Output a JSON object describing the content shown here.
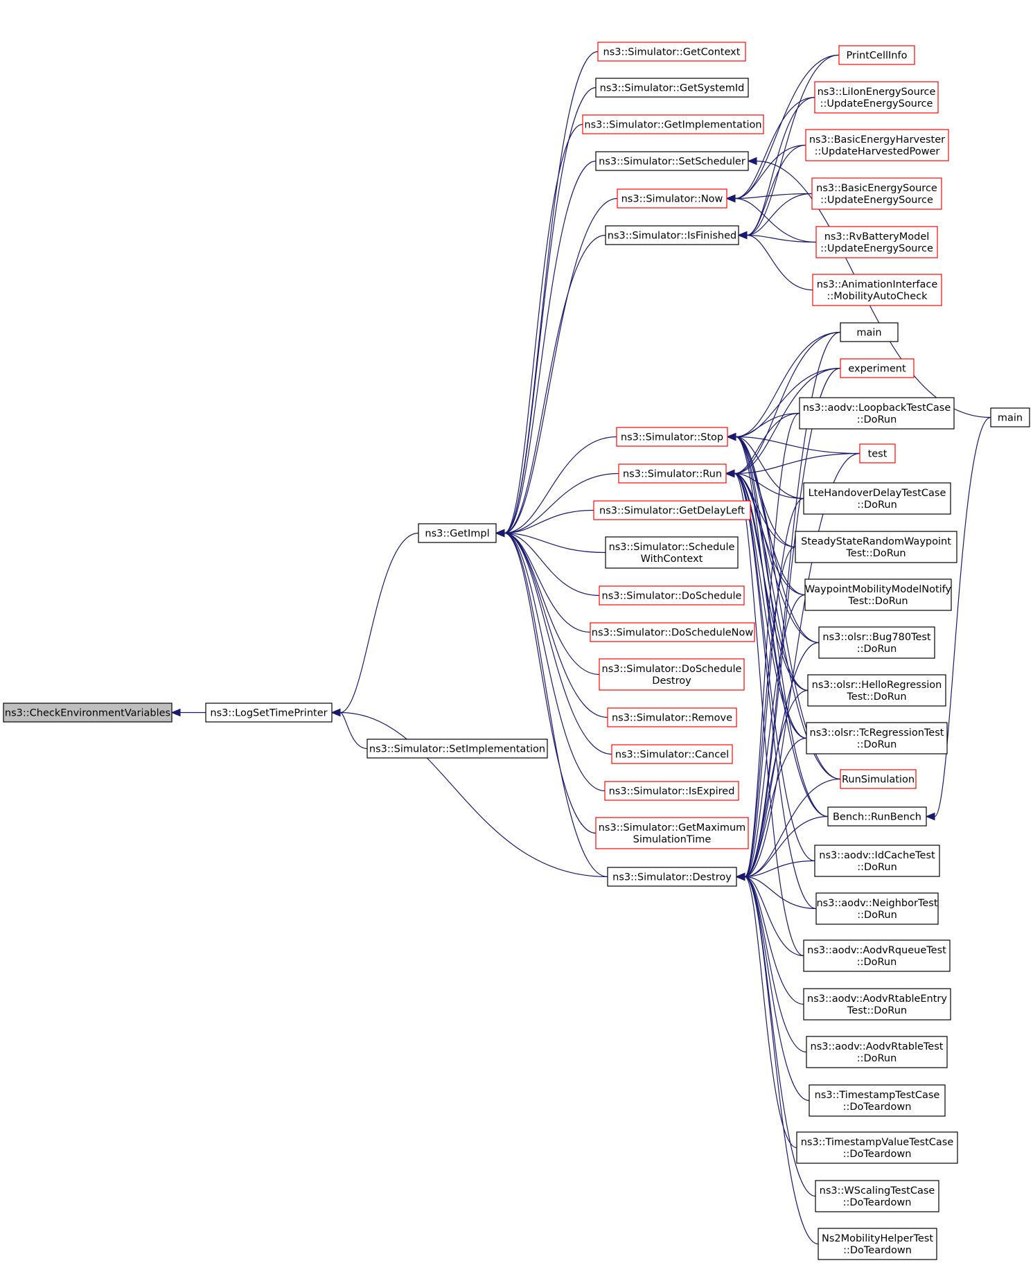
{
  "nodes": [
    {
      "id": "root",
      "lines": [
        "ns3::CheckEnvironmentVariables"
      ],
      "style": "root"
    },
    {
      "id": "logset",
      "lines": [
        "ns3::LogSetTimePrinter"
      ],
      "style": "black"
    },
    {
      "id": "setimpl",
      "lines": [
        "ns3::Simulator::SetImplementation"
      ],
      "style": "black"
    },
    {
      "id": "getimpl",
      "lines": [
        "ns3::GetImpl"
      ],
      "style": "black"
    },
    {
      "id": "getcontext",
      "lines": [
        "ns3::Simulator::GetContext"
      ],
      "style": "red"
    },
    {
      "id": "getsystemid",
      "lines": [
        "ns3::Simulator::GetSystemId"
      ],
      "style": "black"
    },
    {
      "id": "getimplementation",
      "lines": [
        "ns3::Simulator::GetImplementation"
      ],
      "style": "red"
    },
    {
      "id": "setscheduler",
      "lines": [
        "ns3::Simulator::SetScheduler"
      ],
      "style": "black"
    },
    {
      "id": "now",
      "lines": [
        "ns3::Simulator::Now"
      ],
      "style": "red"
    },
    {
      "id": "isfinished",
      "lines": [
        "ns3::Simulator::IsFinished"
      ],
      "style": "black"
    },
    {
      "id": "stop",
      "lines": [
        "ns3::Simulator::Stop"
      ],
      "style": "red"
    },
    {
      "id": "run",
      "lines": [
        "ns3::Simulator::Run"
      ],
      "style": "red"
    },
    {
      "id": "getdelayleft",
      "lines": [
        "ns3::Simulator::GetDelayLeft"
      ],
      "style": "red"
    },
    {
      "id": "schedwithctx",
      "lines": [
        "ns3::Simulator::Schedule",
        "WithContext"
      ],
      "style": "black"
    },
    {
      "id": "doschedule",
      "lines": [
        "ns3::Simulator::DoSchedule"
      ],
      "style": "red"
    },
    {
      "id": "doschedulenow",
      "lines": [
        "ns3::Simulator::DoScheduleNow"
      ],
      "style": "red"
    },
    {
      "id": "doscheduledestroy",
      "lines": [
        "ns3::Simulator::DoSchedule",
        "Destroy"
      ],
      "style": "red"
    },
    {
      "id": "remove",
      "lines": [
        "ns3::Simulator::Remove"
      ],
      "style": "red"
    },
    {
      "id": "cancel",
      "lines": [
        "ns3::Simulator::Cancel"
      ],
      "style": "red"
    },
    {
      "id": "isexpired",
      "lines": [
        "ns3::Simulator::IsExpired"
      ],
      "style": "red"
    },
    {
      "id": "getmaxsim",
      "lines": [
        "ns3::Simulator::GetMaximum",
        "SimulationTime"
      ],
      "style": "red"
    },
    {
      "id": "destroy",
      "lines": [
        "ns3::Simulator::Destroy"
      ],
      "style": "black"
    },
    {
      "id": "printcellinfo",
      "lines": [
        "PrintCellInfo"
      ],
      "style": "red"
    },
    {
      "id": "liion",
      "lines": [
        "ns3::LiIonEnergySource",
        "::UpdateEnergySource"
      ],
      "style": "red"
    },
    {
      "id": "basicharvester",
      "lines": [
        "ns3::BasicEnergyHarvester",
        "::UpdateHarvestedPower"
      ],
      "style": "red"
    },
    {
      "id": "basicsource",
      "lines": [
        "ns3::BasicEnergySource",
        "::UpdateEnergySource"
      ],
      "style": "red"
    },
    {
      "id": "rvbattery",
      "lines": [
        "ns3::RvBatteryModel",
        "::UpdateEnergySource"
      ],
      "style": "red"
    },
    {
      "id": "animation",
      "lines": [
        "ns3::AnimationInterface",
        "::MobilityAutoCheck"
      ],
      "style": "red"
    },
    {
      "id": "main1",
      "lines": [
        "main"
      ],
      "style": "black"
    },
    {
      "id": "experiment",
      "lines": [
        "experiment"
      ],
      "style": "red"
    },
    {
      "id": "loopback",
      "lines": [
        "ns3::aodv::LoopbackTestCase",
        "::DoRun"
      ],
      "style": "black"
    },
    {
      "id": "test",
      "lines": [
        "test"
      ],
      "style": "red"
    },
    {
      "id": "ltehandover",
      "lines": [
        "LteHandoverDelayTestCase",
        "::DoRun"
      ],
      "style": "black"
    },
    {
      "id": "steadystate",
      "lines": [
        "SteadyStateRandomWaypoint",
        "Test::DoRun"
      ],
      "style": "black"
    },
    {
      "id": "waypoint",
      "lines": [
        "WaypointMobilityModelNotify",
        "Test::DoRun"
      ],
      "style": "black"
    },
    {
      "id": "bug780",
      "lines": [
        "ns3::olsr::Bug780Test",
        "::DoRun"
      ],
      "style": "black"
    },
    {
      "id": "helloreg",
      "lines": [
        "ns3::olsr::HelloRegression",
        "Test::DoRun"
      ],
      "style": "black"
    },
    {
      "id": "tcreg",
      "lines": [
        "ns3::olsr::TcRegressionTest",
        "::DoRun"
      ],
      "style": "black"
    },
    {
      "id": "runsim",
      "lines": [
        "RunSimulation"
      ],
      "style": "red"
    },
    {
      "id": "runbench",
      "lines": [
        "Bench::RunBench"
      ],
      "style": "black"
    },
    {
      "id": "idcache",
      "lines": [
        "ns3::aodv::IdCacheTest",
        "::DoRun"
      ],
      "style": "black"
    },
    {
      "id": "neighbor",
      "lines": [
        "ns3::aodv::NeighborTest",
        "::DoRun"
      ],
      "style": "black"
    },
    {
      "id": "rqueue",
      "lines": [
        "ns3::aodv::AodvRqueueTest",
        "::DoRun"
      ],
      "style": "black"
    },
    {
      "id": "rtableentry",
      "lines": [
        "ns3::aodv::AodvRtableEntry",
        "Test::DoRun"
      ],
      "style": "black"
    },
    {
      "id": "rtable",
      "lines": [
        "ns3::aodv::AodvRtableTest",
        "::DoRun"
      ],
      "style": "black"
    },
    {
      "id": "timestamp",
      "lines": [
        "ns3::TimestampTestCase",
        "::DoTeardown"
      ],
      "style": "black"
    },
    {
      "id": "timestampvalue",
      "lines": [
        "ns3::TimestampValueTestCase",
        "::DoTeardown"
      ],
      "style": "black"
    },
    {
      "id": "wscaling",
      "lines": [
        "ns3::WScalingTestCase",
        "::DoTeardown"
      ],
      "style": "black"
    },
    {
      "id": "ns2mobility",
      "lines": [
        "Ns2MobilityHelperTest",
        "::DoTeardown"
      ],
      "style": "black"
    },
    {
      "id": "main2",
      "lines": [
        "main"
      ],
      "style": "black"
    }
  ],
  "edges": [
    [
      "logset",
      "root"
    ],
    [
      "setimpl",
      "logset"
    ],
    [
      "getimpl",
      "logset"
    ],
    [
      "destroy",
      "logset"
    ],
    [
      "getcontext",
      "getimpl"
    ],
    [
      "getsystemid",
      "getimpl"
    ],
    [
      "getimplementation",
      "getimpl"
    ],
    [
      "setscheduler",
      "getimpl"
    ],
    [
      "now",
      "getimpl"
    ],
    [
      "isfinished",
      "getimpl"
    ],
    [
      "stop",
      "getimpl"
    ],
    [
      "run",
      "getimpl"
    ],
    [
      "getdelayleft",
      "getimpl"
    ],
    [
      "schedwithctx",
      "getimpl"
    ],
    [
      "doschedule",
      "getimpl"
    ],
    [
      "doschedulenow",
      "getimpl"
    ],
    [
      "doscheduledestroy",
      "getimpl"
    ],
    [
      "remove",
      "getimpl"
    ],
    [
      "cancel",
      "getimpl"
    ],
    [
      "isexpired",
      "getimpl"
    ],
    [
      "getmaxsim",
      "getimpl"
    ],
    [
      "destroy",
      "getimpl"
    ],
    [
      "main2",
      "setscheduler"
    ],
    [
      "printcellinfo",
      "now"
    ],
    [
      "liion",
      "now"
    ],
    [
      "basicharvester",
      "now"
    ],
    [
      "basicsource",
      "now"
    ],
    [
      "rvbattery",
      "now"
    ],
    [
      "printcellinfo",
      "isfinished"
    ],
    [
      "liion",
      "isfinished"
    ],
    [
      "basicharvester",
      "isfinished"
    ],
    [
      "basicsource",
      "isfinished"
    ],
    [
      "rvbattery",
      "isfinished"
    ],
    [
      "animation",
      "isfinished"
    ],
    [
      "main1",
      "stop"
    ],
    [
      "experiment",
      "stop"
    ],
    [
      "loopback",
      "stop"
    ],
    [
      "test",
      "stop"
    ],
    [
      "ltehandover",
      "stop"
    ],
    [
      "steadystate",
      "stop"
    ],
    [
      "waypoint",
      "stop"
    ],
    [
      "bug780",
      "stop"
    ],
    [
      "helloreg",
      "stop"
    ],
    [
      "tcreg",
      "stop"
    ],
    [
      "runsim",
      "stop"
    ],
    [
      "runbench",
      "stop"
    ],
    [
      "main1",
      "run"
    ],
    [
      "experiment",
      "run"
    ],
    [
      "loopback",
      "run"
    ],
    [
      "test",
      "run"
    ],
    [
      "ltehandover",
      "run"
    ],
    [
      "steadystate",
      "run"
    ],
    [
      "waypoint",
      "run"
    ],
    [
      "bug780",
      "run"
    ],
    [
      "helloreg",
      "run"
    ],
    [
      "tcreg",
      "run"
    ],
    [
      "runsim",
      "run"
    ],
    [
      "runbench",
      "run"
    ],
    [
      "idcache",
      "run"
    ],
    [
      "neighbor",
      "run"
    ],
    [
      "rqueue",
      "run"
    ],
    [
      "main1",
      "destroy"
    ],
    [
      "experiment",
      "destroy"
    ],
    [
      "loopback",
      "destroy"
    ],
    [
      "test",
      "destroy"
    ],
    [
      "ltehandover",
      "destroy"
    ],
    [
      "steadystate",
      "destroy"
    ],
    [
      "waypoint",
      "destroy"
    ],
    [
      "bug780",
      "destroy"
    ],
    [
      "helloreg",
      "destroy"
    ],
    [
      "tcreg",
      "destroy"
    ],
    [
      "runsim",
      "destroy"
    ],
    [
      "runbench",
      "destroy"
    ],
    [
      "idcache",
      "destroy"
    ],
    [
      "neighbor",
      "destroy"
    ],
    [
      "rqueue",
      "destroy"
    ],
    [
      "rtableentry",
      "destroy"
    ],
    [
      "rtable",
      "destroy"
    ],
    [
      "timestamp",
      "destroy"
    ],
    [
      "timestampvalue",
      "destroy"
    ],
    [
      "wscaling",
      "destroy"
    ],
    [
      "ns2mobility",
      "destroy"
    ],
    [
      "main2",
      "runbench"
    ]
  ]
}
